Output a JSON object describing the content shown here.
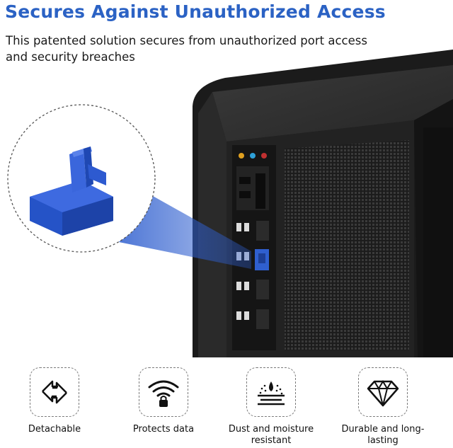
{
  "header": {
    "title": "Secures Against Unauthorized Access",
    "subtitle": "This patented solution secures from unauthorized port access and security breaches"
  },
  "colors": {
    "accent": "#2b62c4",
    "blocker_blue": "#2f5fcf",
    "case_black": "#1b1b1b"
  },
  "features": [
    {
      "icon": "swap-arrows-icon",
      "label": "Detachable"
    },
    {
      "icon": "wifi-lock-icon",
      "label": "Protects data"
    },
    {
      "icon": "dust-moisture-icon",
      "label": "Dust and moisture resistant"
    },
    {
      "icon": "diamond-icon",
      "label": "Durable and long-lasting"
    }
  ]
}
